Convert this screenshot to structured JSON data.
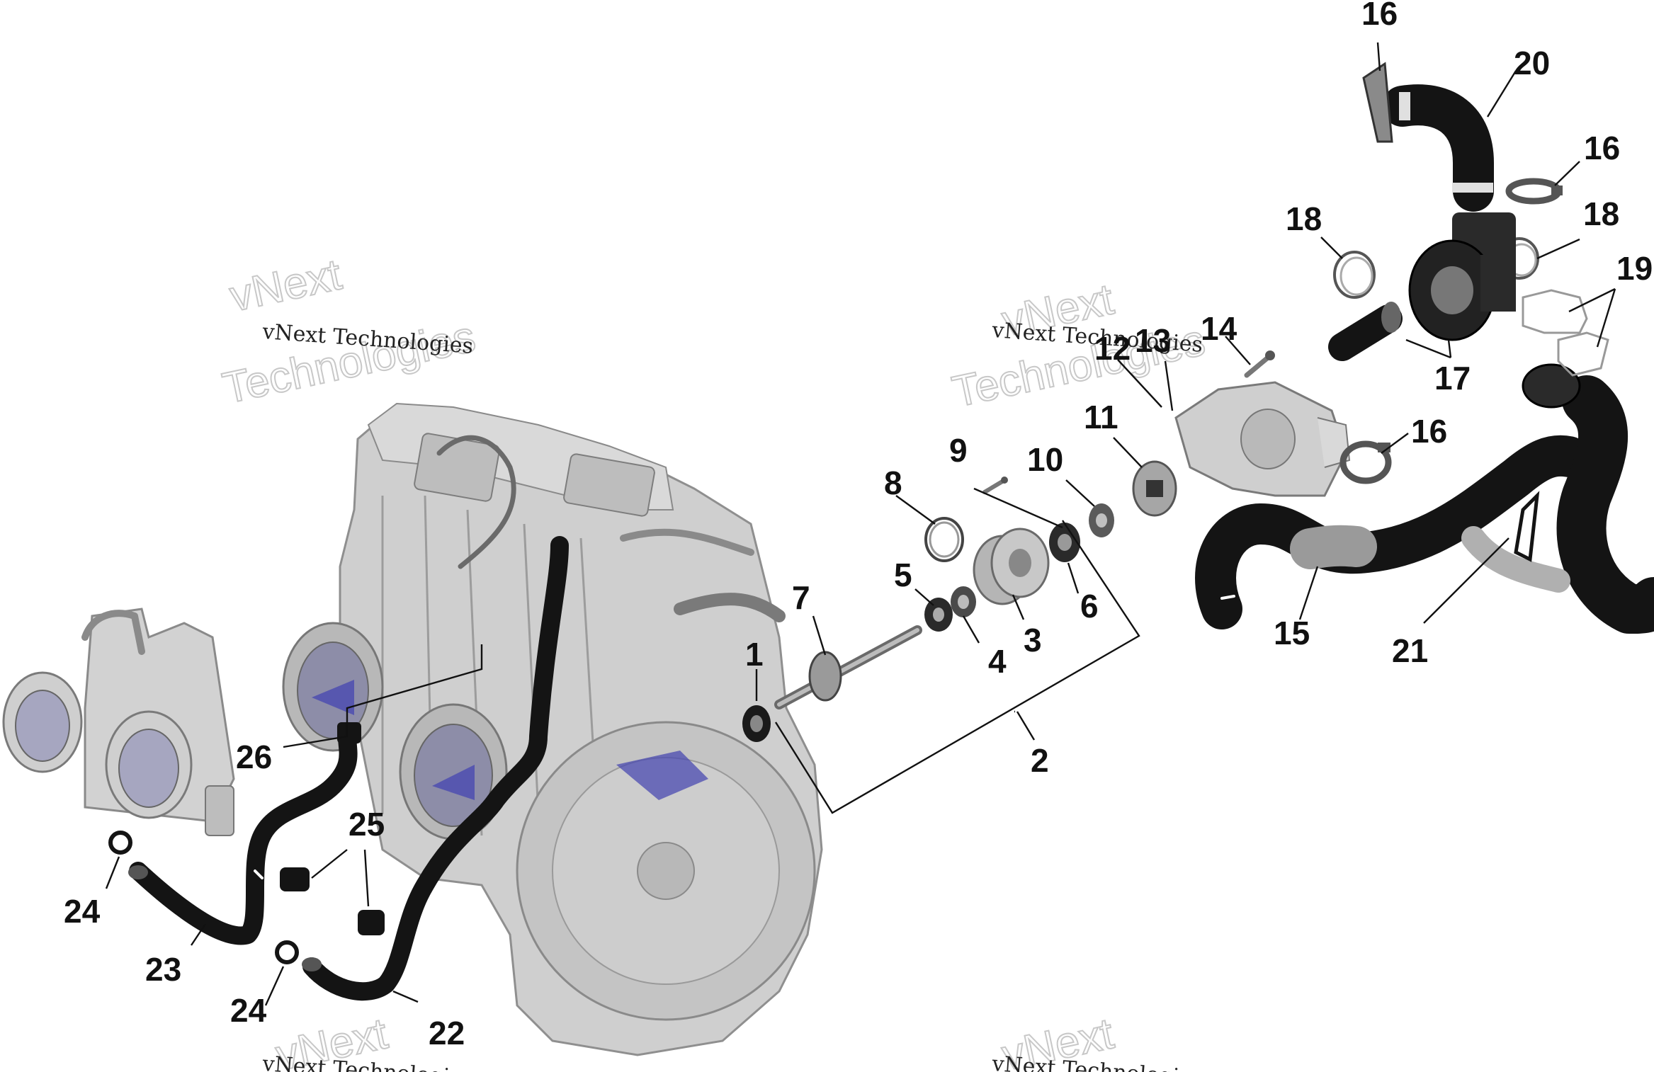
{
  "diagram": {
    "callouts": {
      "c1": "1",
      "c2": "2",
      "c3": "3",
      "c4": "4",
      "c5": "5",
      "c6": "6",
      "c7": "7",
      "c8": "8",
      "c9": "9",
      "c10": "10",
      "c11": "11",
      "c12": "12",
      "c13": "13",
      "c14": "14",
      "c15": "15",
      "c16a": "16",
      "c16b": "16",
      "c16c": "16",
      "c17": "17",
      "c18a": "18",
      "c18b": "18",
      "c19": "19",
      "c20": "20",
      "c21": "21",
      "c22": "22",
      "c23": "23",
      "c24a": "24",
      "c24b": "24",
      "c25": "25",
      "c26": "26"
    },
    "watermark": {
      "line_small": "vNext Technologies",
      "line_big_1": "vNext",
      "line_big_2": "Technologies"
    }
  },
  "colors": {
    "engine": "#c9c9c9",
    "engine_dark": "#9a9a9a",
    "hose": "#141414",
    "metal": "#b0b0b0",
    "accent_blue": "#4a4ab0"
  }
}
